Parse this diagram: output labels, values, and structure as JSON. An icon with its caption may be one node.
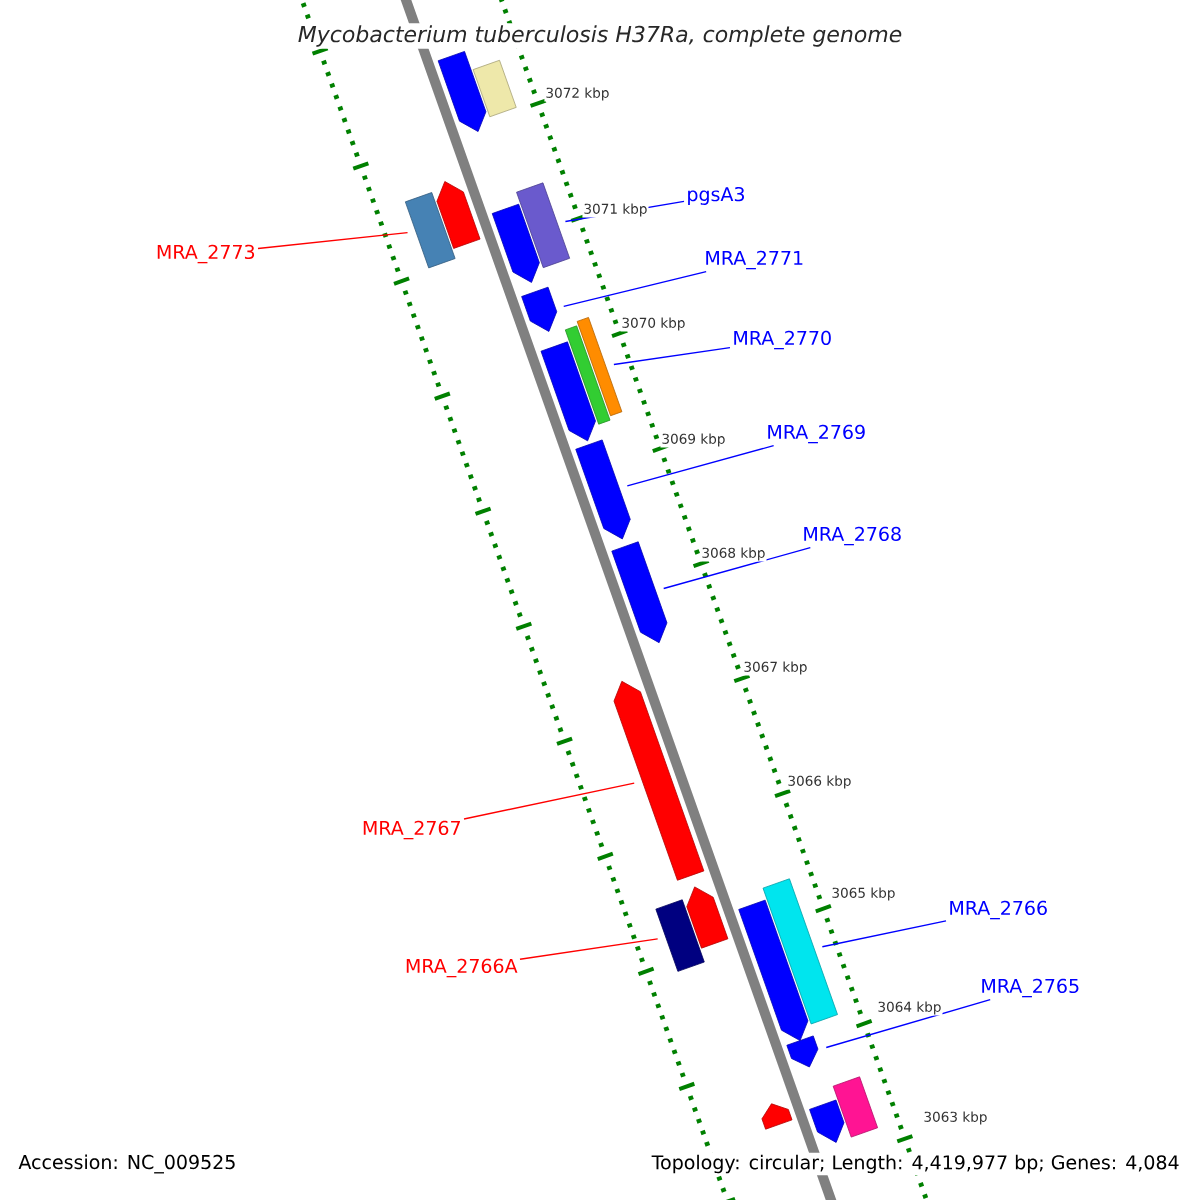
{
  "diagram": {
    "title": "Mycobacterium tuberculosis H37Ra, complete genome",
    "nodes": [
      {
        "text": [
          "pgsA3"
        ]
      },
      {
        "text": [
          "MRA_2773"
        ]
      },
      {
        "text": [
          "MRA_2771"
        ]
      },
      {
        "text": [
          "MRA_2770"
        ]
      },
      {
        "text": [
          "MRA_2769"
        ]
      },
      {
        "text": [
          "MRA_2768"
        ]
      },
      {
        "text": [
          "MRA_2767"
        ]
      },
      {
        "text": [
          "MRA_2766"
        ]
      },
      {
        "text": [
          "MRA_2766A"
        ]
      },
      {
        "text": [
          "MRA_2765"
        ]
      },
      {
        "text": [],
        "shape": "pentagon"
      },
      {
        "text": [],
        "shape": "bar"
      },
      {
        "text": [],
        "shape": "bar"
      },
      {
        "text": [],
        "shape": "pentagon"
      },
      {
        "text": [],
        "shape": "bar"
      },
      {
        "text": [],
        "shape": "pentagon"
      },
      {
        "text": [],
        "shape": "pentagon"
      },
      {
        "text": [],
        "shape": "pentagon"
      },
      {
        "text": [],
        "shape": "bar"
      },
      {
        "text": [],
        "shape": "bar"
      },
      {
        "text": [],
        "shape": "pentagon"
      },
      {
        "text": [],
        "shape": "pentagon"
      },
      {
        "text": [],
        "shape": "pentagon"
      },
      {
        "text": [],
        "shape": "bar"
      },
      {
        "text": [],
        "shape": "pentagon"
      },
      {
        "text": [],
        "shape": "bar"
      },
      {
        "text": [],
        "shape": "pentagon"
      },
      {
        "text": [],
        "shape": "pentagon"
      },
      {
        "text": [],
        "shape": "pentagon"
      },
      {
        "text": [],
        "shape": "bar"
      },
      {
        "text": [],
        "shape": "pentagon"
      }
    ],
    "edges": [
      {
        "from": 0,
        "to": 14,
        "arrow": "none"
      },
      {
        "from": 1,
        "to": 12,
        "arrow": "none",
        "color": "#ff0000"
      },
      {
        "from": 2,
        "to": 16,
        "arrow": "none"
      },
      {
        "from": 3,
        "to": 19,
        "arrow": "none"
      },
      {
        "from": 4,
        "to": 20,
        "arrow": "none"
      },
      {
        "from": 5,
        "to": 21,
        "arrow": "none"
      },
      {
        "from": 6,
        "to": 22,
        "arrow": "none",
        "color": "#ff0000"
      },
      {
        "from": 7,
        "to": 25,
        "arrow": "none"
      },
      {
        "from": 8,
        "to": 23,
        "arrow": "none",
        "color": "#ff0000"
      },
      {
        "from": 9,
        "to": 27,
        "arrow": "none"
      }
    ],
    "labels": [
      "3072 kbp",
      "3071 kbp",
      "3070 kbp",
      "3069 kbp",
      "3068 kbp",
      "3067 kbp",
      "3066 kbp",
      "3065 kbp",
      "3064 kbp",
      "3063 kbp",
      "Accession: NC_009525",
      "Topology: circular; Length: 4,419,977 bp; Genes: 4,084"
    ]
  }
}
